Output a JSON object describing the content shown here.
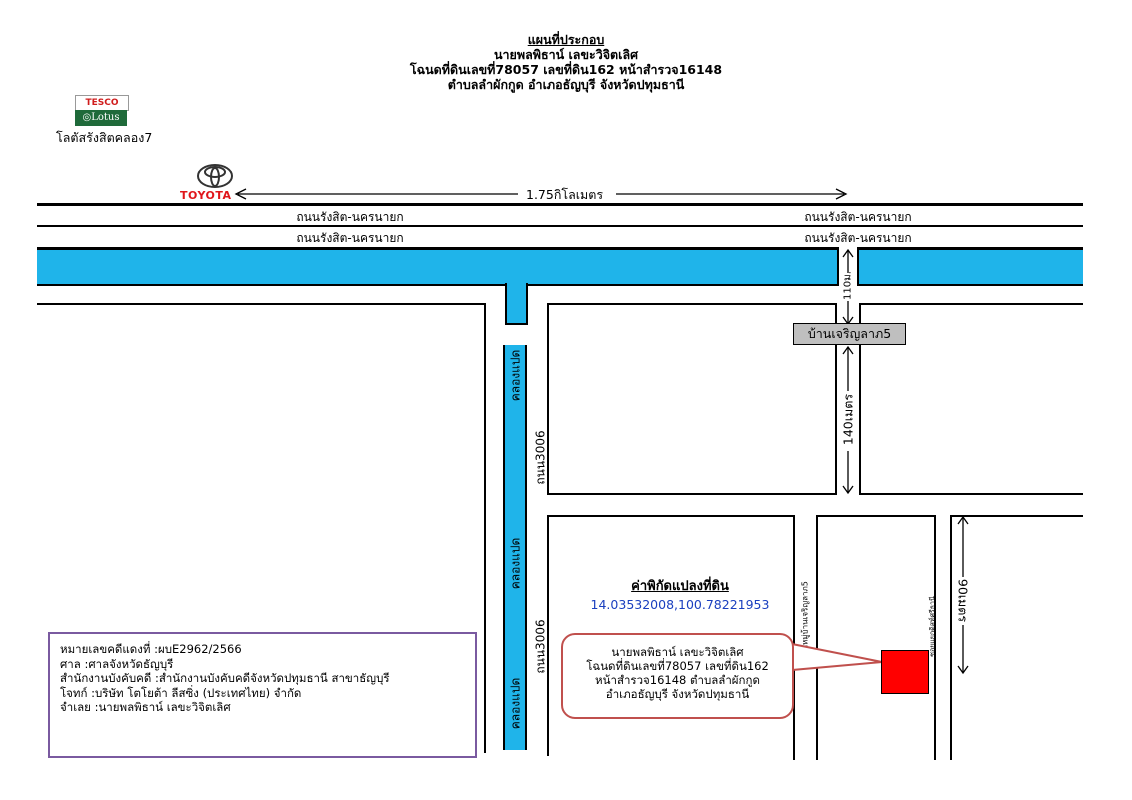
{
  "header": {
    "line1": "แผนที่ประกอบ",
    "line2": "นายพลพิธาน์ เลขะวิจิตเลิศ",
    "line3": "โฉนดที่ดินเลขที่78057 เลขที่ดิน162 หน้าสำรวจ16148",
    "line4": "ตำบลลำผักกูด อำเภอธัญบุรี จังหวัดปทุมธานี"
  },
  "landmarks": {
    "tesco_top": "TESCO",
    "tesco_bottom": "Lotus",
    "tesco_label": "โลตัสรังสิตคลอง7",
    "toyota_label": "TOYOTA",
    "distance_label": "1.75กิโลเมตร"
  },
  "roads": {
    "main_road_1_left": "ถนนรังสิต-นครนายก",
    "main_road_1_right": "ถนนรังสิต-นครนายก",
    "main_road_2_left": "ถนนรังสิต-นครนายก",
    "main_road_2_right": "ถนนรังสิต-นครนายก",
    "road_3006_upper": "ถนน3006",
    "road_3006_lower": "ถนน3006",
    "canal_upper": "คลองแปด",
    "canal_middle": "คลองแปด",
    "canal_lower": "คลองแปด",
    "soi_label": "ซอยหมู่บ้านเจริญลาภ5",
    "right_soi_label": "ซอยแยกดิสท์ศรีธานี"
  },
  "measurements": {
    "m110": "110ม.",
    "m140": "140เมตร",
    "m90": "90เมตร"
  },
  "village": "บ้านเจริญลาภ5",
  "coordinates": {
    "title": "ค่าพิกัดแปลงที่ดิน",
    "value": "14.03532008,100.78221953"
  },
  "callout": {
    "line1": "นายพลพิธาน์ เลขะวิจิตเลิศ",
    "line2": "โฉนดที่ดินเลขที่78057 เลขที่ดิน162",
    "line3": "หน้าสำรวจ16148 ตำบลลำผักกูด",
    "line4": "อำเภอธัญบุรี จังหวัดปทุมธานี"
  },
  "case_info": {
    "line1": "หมายเลขคดีแดงที่ :ผบE2962/2566",
    "line2": "ศาล :ศาลจังหวัดธัญบุรี",
    "line3": "สำนักงานบังคับคดี :สำนักงานบังคับคดีจังหวัดปทุมธานี สาขาธัญบุรี",
    "line4": "โจทก์ :บริษัท โตโยต้า ลีสซิ่ง (ประเทศไทย) จำกัด",
    "line5": "จำเลย :นายพลพิธาน์ เลขะวิจิตเลิศ"
  },
  "colors": {
    "canal": "#1fb4ea",
    "target_plot": "#ff0000",
    "callout_border": "#c0504d",
    "info_border": "#7a5aa0",
    "coord_text": "#1a3fbf",
    "house_fill": "#bfbfbf"
  }
}
